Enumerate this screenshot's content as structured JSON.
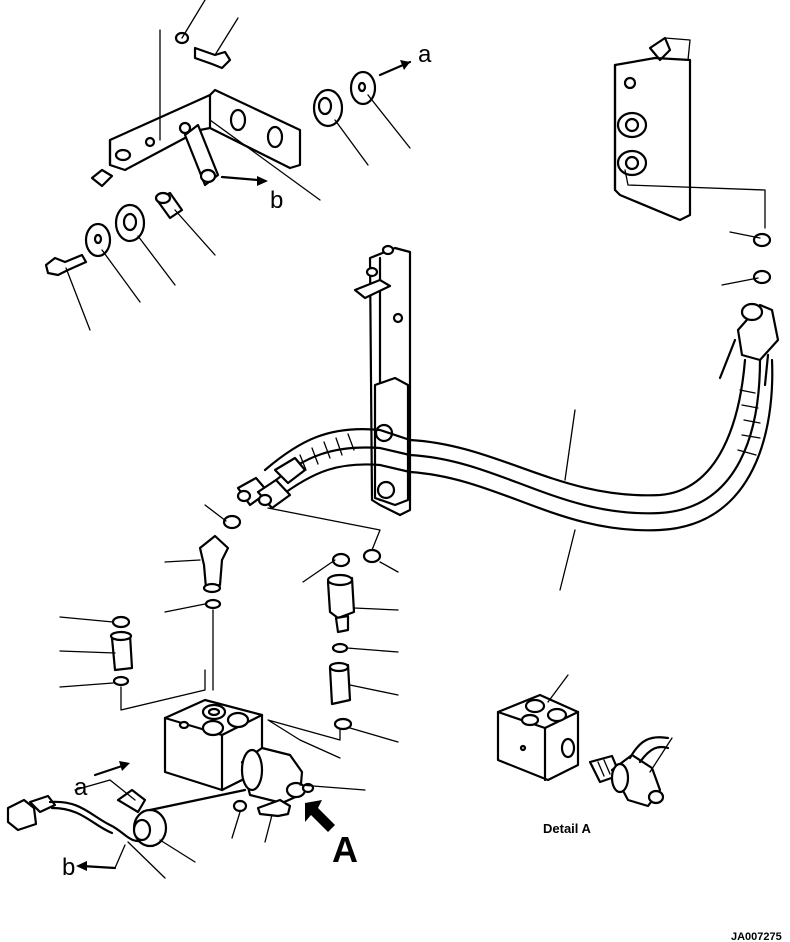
{
  "labels": {
    "ref_a": "a",
    "ref_b": "b",
    "view_arrow": "A",
    "detail_caption": "Detail  A",
    "drawing_id": "JA007275"
  }
}
